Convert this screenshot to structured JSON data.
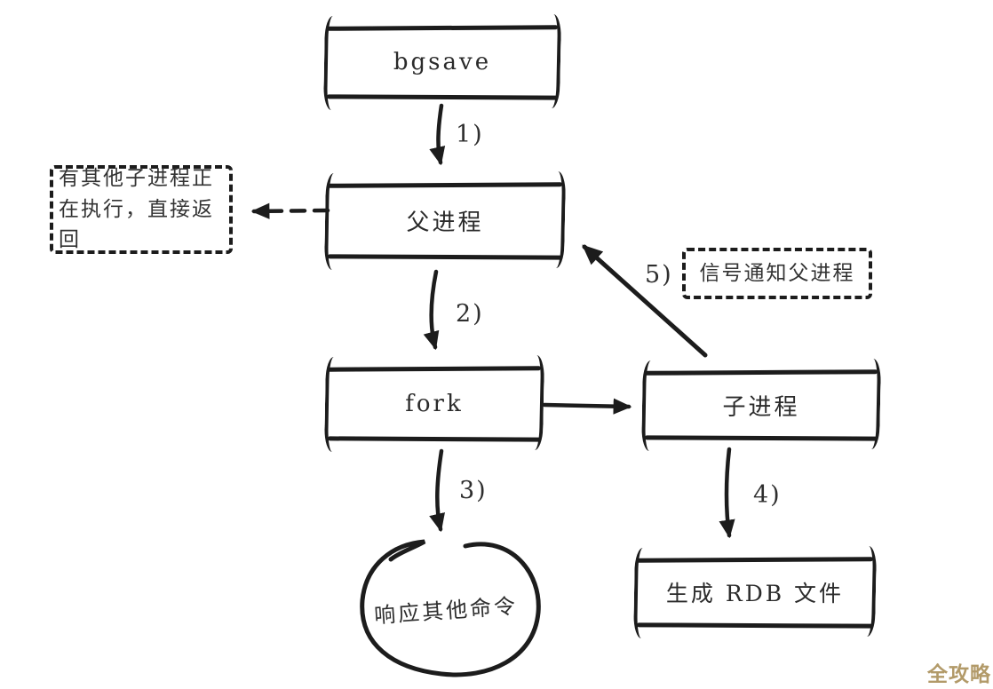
{
  "diagram": {
    "title_hint": "redis bgsave flow sketch",
    "nodes": {
      "bgsave": {
        "label": "bgsave"
      },
      "parent": {
        "label": "父进程"
      },
      "fork": {
        "label": "fork"
      },
      "child": {
        "label": "子进程"
      },
      "rdb": {
        "label": "生成 RDB 文件"
      },
      "other_child_running": {
        "line1": "有其他子进程正",
        "line2": "在执行，直接返回"
      },
      "signal_notify": {
        "label": "信号通知父进程"
      },
      "respond_other": {
        "label": "响应其他命令"
      }
    },
    "edge_labels": {
      "e1": "1)",
      "e2": "2)",
      "e3": "3)",
      "e4": "4)",
      "e5": "5)"
    },
    "watermark": {
      "text": "全攻略",
      "color": "#b29a69"
    },
    "colors": {
      "ink": "#1c1c1c",
      "background": "#ffffff"
    }
  }
}
